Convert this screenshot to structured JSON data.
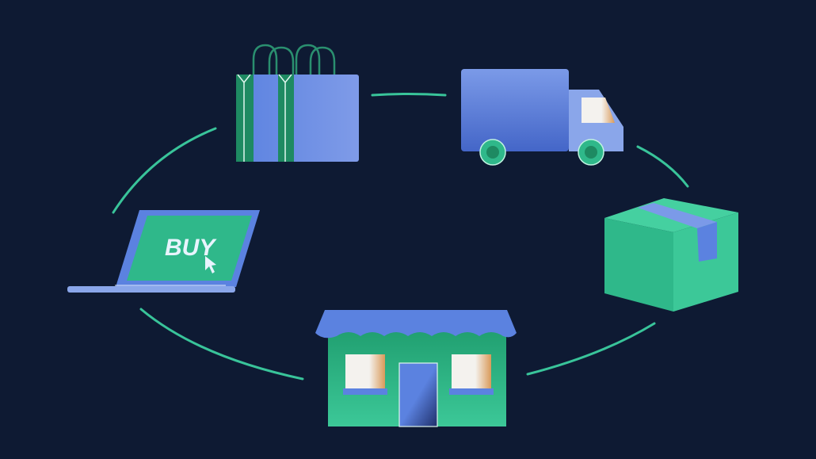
{
  "illustration": {
    "subject": "e-commerce cycle",
    "laptop": {
      "screen_text": "BUY"
    },
    "steps": [
      "laptop",
      "shopping-bags",
      "delivery-truck",
      "package-box",
      "storefront"
    ]
  },
  "colors": {
    "background": "#0e1a33",
    "blue": "#5b82e0",
    "light_blue": "#8aa6ea",
    "green": "#2fb88a",
    "dark_green": "#1e8a62",
    "connector": "#39c49a",
    "window": "#f4f2ee",
    "accent_orange": "#d99a5a"
  }
}
